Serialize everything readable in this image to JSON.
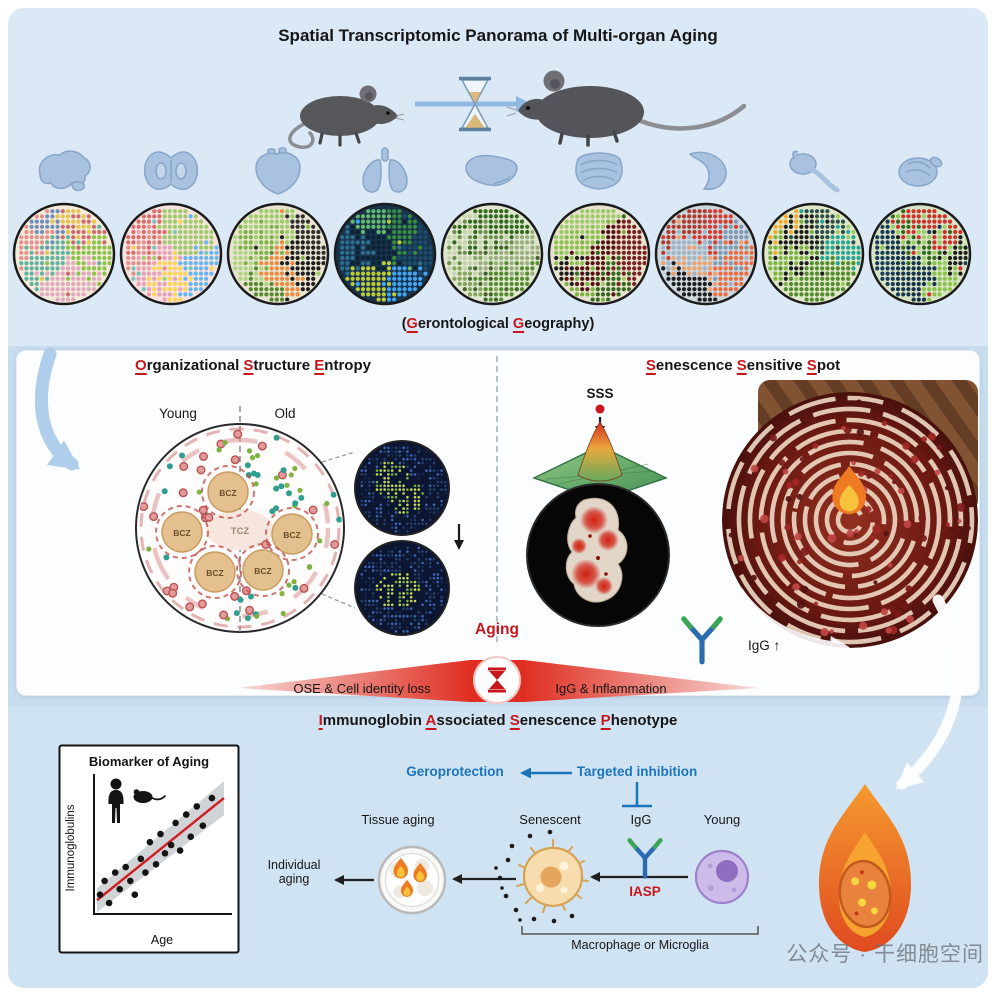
{
  "colors": {
    "accent_red": "#c8161d",
    "accent_blue": "#1b75bb"
  },
  "top": {
    "title": "Spatial Transcriptomic Panorama of Multi-organ Aging",
    "organs": [
      "brain",
      "brain-section",
      "heart",
      "lung",
      "liver",
      "intestine",
      "spleen",
      "epididymis",
      "testis"
    ]
  },
  "headings": {
    "gg": [
      [
        "(",
        0
      ],
      [
        "G",
        1
      ],
      [
        "erontological ",
        0
      ],
      [
        "G",
        1
      ],
      [
        "eography)",
        0
      ]
    ],
    "ose": [
      [
        "O",
        1
      ],
      [
        "rganizational ",
        0
      ],
      [
        "S",
        1
      ],
      [
        "tructure ",
        0
      ],
      [
        "E",
        1
      ],
      [
        "ntropy",
        0
      ]
    ],
    "sss": [
      [
        "S",
        1
      ],
      [
        "enescence ",
        0
      ],
      [
        "S",
        1
      ],
      [
        "ensitive ",
        0
      ],
      [
        "S",
        1
      ],
      [
        "pot",
        0
      ]
    ],
    "iasp": [
      [
        "I",
        1
      ],
      [
        "mmunoglobin ",
        0
      ],
      [
        "A",
        1
      ],
      [
        "ssociated ",
        0
      ],
      [
        "S",
        1
      ],
      [
        "enescence ",
        0
      ],
      [
        "P",
        1
      ],
      [
        "henotype",
        0
      ]
    ]
  },
  "ose_panel": {
    "young": "Young",
    "old": "Old",
    "bcz": "BCZ",
    "tcz": "TCZ"
  },
  "sss_panel": {
    "sss": "SSS",
    "igg": "IgG ↑"
  },
  "banner": {
    "aging": "Aging",
    "left": "OSE & Cell identity loss",
    "right": "IgG & Inflammation"
  },
  "bottom": {
    "geroprotection": "Geroprotection",
    "targeted_inhibition": "Targeted inhibition",
    "tissue_aging": "Tissue aging",
    "senescent": "Senescent",
    "igg": "IgG",
    "young": "Young",
    "iasp": "IASP",
    "individual_aging": "Individual aging",
    "macrophage": "Macrophage or Microglia"
  },
  "chart_data": {
    "type": "scatter",
    "title": "Biomarker of Aging",
    "xlabel": "Age",
    "ylabel": "Immunoglobulins",
    "xlim": [
      0,
      90
    ],
    "ylim": [
      0,
      100
    ],
    "points": [
      [
        4,
        14
      ],
      [
        7,
        24
      ],
      [
        10,
        8
      ],
      [
        14,
        30
      ],
      [
        17,
        18
      ],
      [
        21,
        34
      ],
      [
        24,
        24
      ],
      [
        27,
        14
      ],
      [
        31,
        40
      ],
      [
        34,
        30
      ],
      [
        37,
        52
      ],
      [
        41,
        36
      ],
      [
        44,
        58
      ],
      [
        47,
        44
      ],
      [
        51,
        50
      ],
      [
        54,
        66
      ],
      [
        57,
        46
      ],
      [
        61,
        72
      ],
      [
        64,
        56
      ],
      [
        68,
        78
      ],
      [
        72,
        64
      ],
      [
        78,
        84
      ]
    ],
    "trend": {
      "x": [
        2,
        86
      ],
      "y": [
        10,
        84
      ]
    }
  },
  "spot_palettes": [
    {
      "bg": "#f3ead9",
      "colors": [
        "#e49090",
        "#5fb3a1",
        "#8bc34a",
        "#e5c44f",
        "#6f8fc0",
        "#e3a8c0",
        "#cf6a6a"
      ]
    },
    {
      "bg": "#f6e3df",
      "colors": [
        "#e48f8f",
        "#9ccc65",
        "#64b5f6",
        "#ffd54f",
        "#d96b6b",
        "#74c7b8",
        "#e8a0b8"
      ]
    },
    {
      "bg": "#e9e4d2",
      "colors": [
        "#1d1d1d",
        "#7cb342",
        "#aed581",
        "#ef8a3c",
        "#2f2f2f",
        "#9ccc65",
        "#558b2f"
      ]
    },
    {
      "bg": "#17344c",
      "colors": [
        "#66bb6a",
        "#42a5f5",
        "#0d2235",
        "#c0ca33",
        "#1b4a6b",
        "#388e3c",
        "#2e6e8e"
      ]
    },
    {
      "bg": "#dfe7cf",
      "colors": [
        "#558b2f",
        "#85a45c",
        "#33691e",
        "#9aad7f",
        "#44622a",
        "#c5d3ae",
        "#6b8e4e"
      ]
    },
    {
      "bg": "#e8e3cf",
      "colors": [
        "#7cb342",
        "#1d1d1d",
        "#7a1f1f",
        "#9ccc65",
        "#541414",
        "#33691e",
        "#8bc34a"
      ]
    },
    {
      "bg": "#ccd7de",
      "colors": [
        "#ef6a3c",
        "#d83a30",
        "#1d1d1d",
        "#7e9bb5",
        "#f0a06a",
        "#9fb4c4",
        "#b33a2a"
      ]
    },
    {
      "bg": "#dfe8c8",
      "colors": [
        "#9ccc65",
        "#1d1d1d",
        "#26a69a",
        "#ffa726",
        "#558b2f",
        "#2f4f4f",
        "#7cb342"
      ]
    },
    {
      "bg": "#d6e4c4",
      "colors": [
        "#8bc34a",
        "#16324c",
        "#1d1d1d",
        "#d32f2f",
        "#33691e",
        "#9ccc65",
        "#1a3a5c"
      ]
    }
  ],
  "meta": {
    "watermark": "公众号 · 干细胞空间"
  }
}
